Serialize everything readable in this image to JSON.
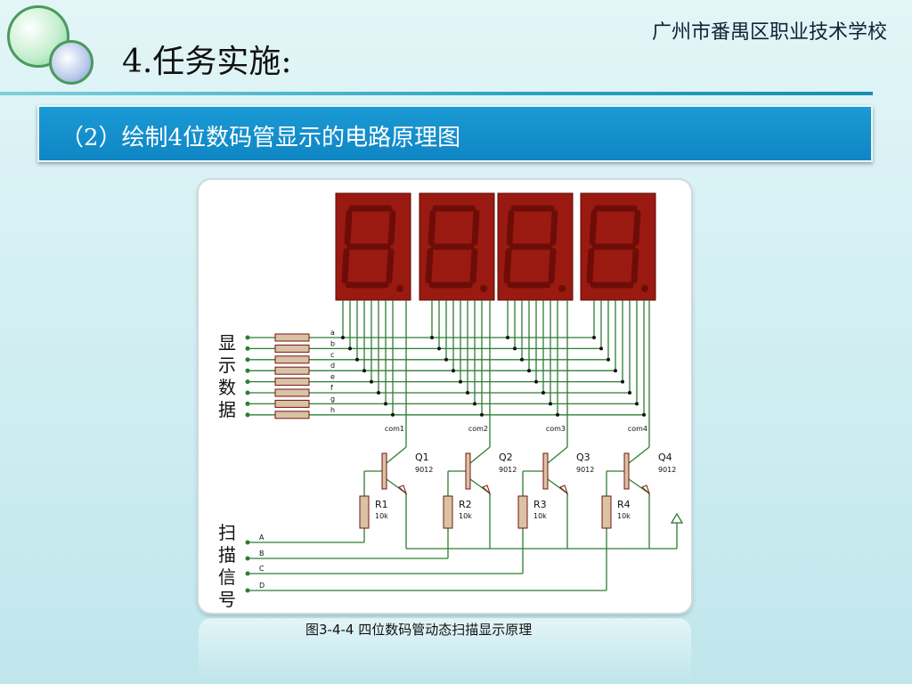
{
  "header": {
    "title": "4.任务实施:",
    "school": "广州市番禺区职业技术学校"
  },
  "banner": {
    "text": "（2）绘制4位数码管显示的电路原理图"
  },
  "diagram": {
    "segment_labels": [
      "a",
      "b",
      "c",
      "d",
      "e",
      "f",
      "g",
      "h"
    ],
    "common_labels": [
      "com1",
      "com2",
      "com3",
      "com4"
    ],
    "transistors": [
      {
        "name": "Q1",
        "model": "9012"
      },
      {
        "name": "Q2",
        "model": "9012"
      },
      {
        "name": "Q3",
        "model": "9012"
      },
      {
        "name": "Q4",
        "model": "9012"
      }
    ],
    "resistors": [
      {
        "name": "R1",
        "value": "10k"
      },
      {
        "name": "R2",
        "value": "10k"
      },
      {
        "name": "R3",
        "value": "10k"
      },
      {
        "name": "R4",
        "value": "10k"
      }
    ],
    "scan_lines": [
      "A",
      "B",
      "C",
      "D"
    ],
    "group_display_data": [
      "显",
      "示",
      "数",
      "据"
    ],
    "group_scan_signal": [
      "扫",
      "描",
      "信",
      "号"
    ],
    "colors": {
      "wire": "#2e7d32",
      "display_bg": "#9a1a12",
      "segment": "#6e0d08",
      "resistor": "#d8c3a5"
    }
  },
  "caption": "图3-4-4 四位数码管动态扫描显示原理"
}
